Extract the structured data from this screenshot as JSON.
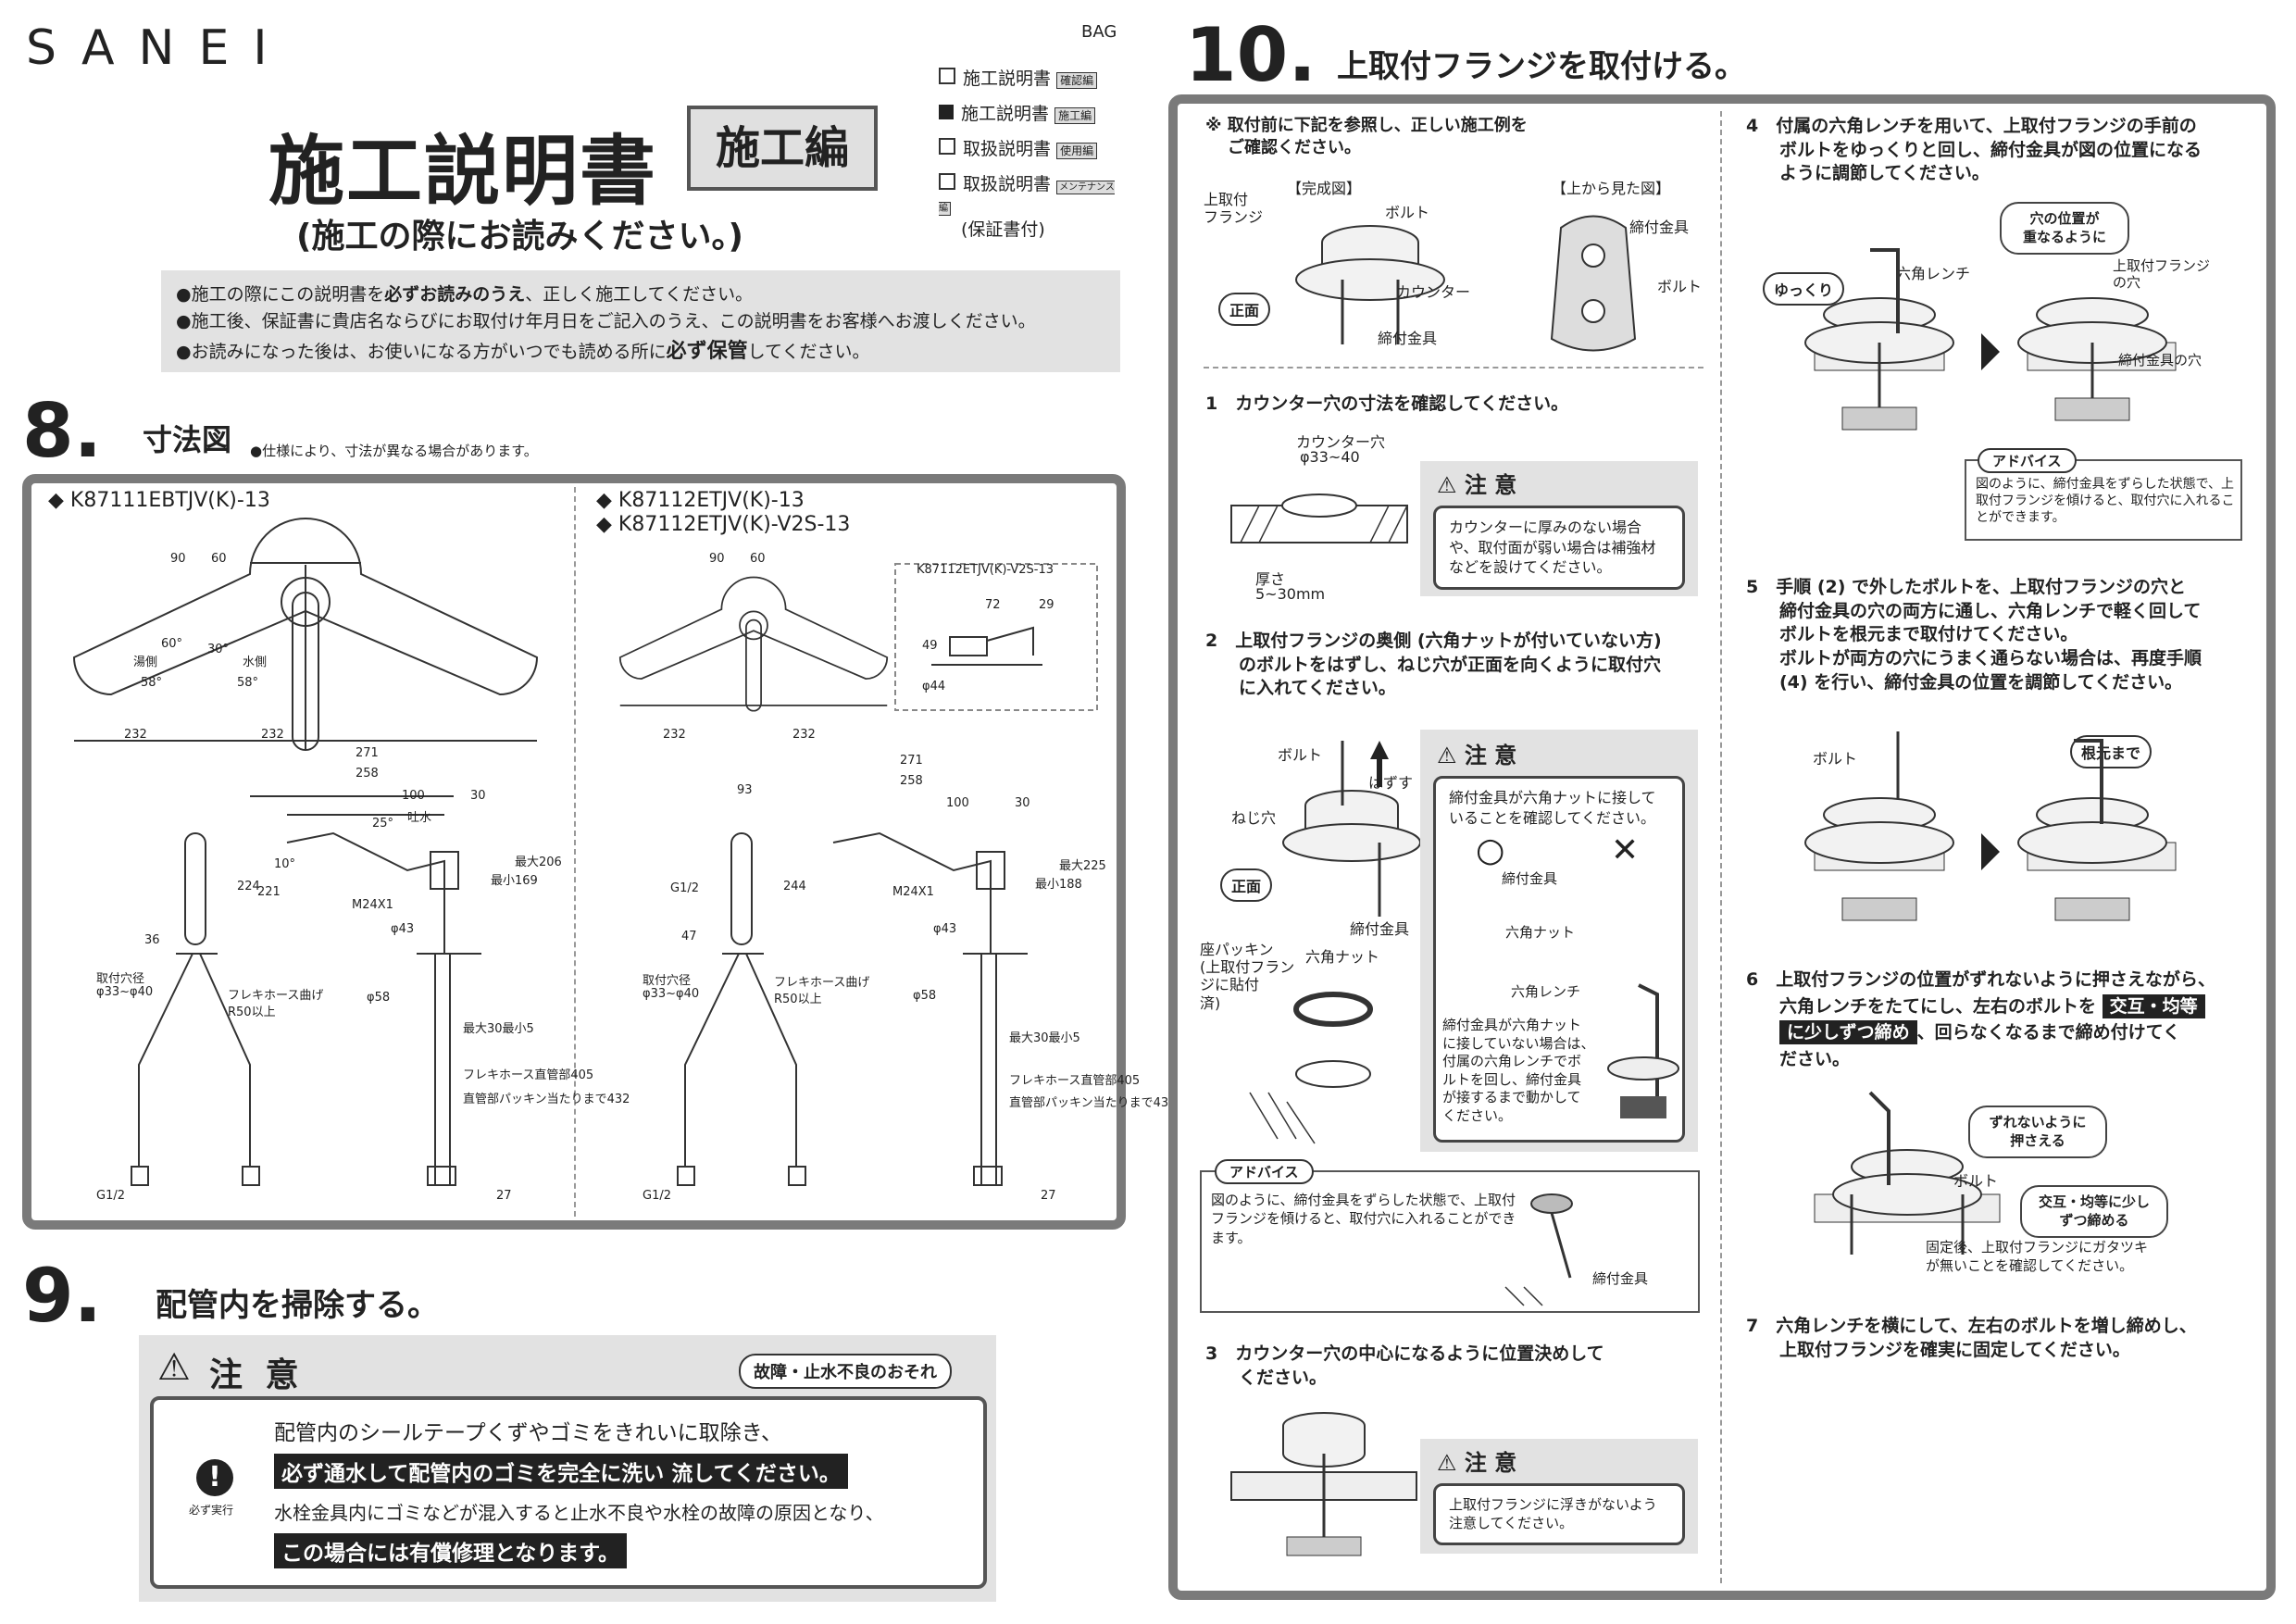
{
  "brand": "SANEI",
  "bag": "BAG",
  "title": "施工説明書",
  "title_tag": "施工編",
  "subtitle": "(施工の際にお読みください。)",
  "doc_index": [
    {
      "label": "施工説明書",
      "tag": "確認編",
      "filled": false
    },
    {
      "label": "施工説明書",
      "tag": "施工編",
      "filled": true
    },
    {
      "label": "取扱説明書",
      "tag": "使用編",
      "filled": false
    },
    {
      "label": "取扱説明書",
      "tag": "メンテナンス編",
      "filled": false,
      "sub": "(保証書付)"
    }
  ],
  "notice": {
    "l1a": "●施工の際にこの説明書を",
    "l1b": "必ずお読みのうえ",
    "l1c": "、正しく施工してください。",
    "l2": "●施工後、保証書に貴店名ならびにお取付け年月日をご記入のうえ、この説明書をお客様へお渡しください。",
    "l3a": "●お読みになった後は、お使いになる方がいつでも読める所に",
    "l3b": "必ず保管",
    "l3c": "してください。"
  },
  "sec8": {
    "num": "8.",
    "title": "寸法図",
    "note": "●仕様により、寸法が異なる場合があります。",
    "modelA": "◆ K87111EBTJV(K)-13",
    "modelB1": "◆ K87112ETJV(K)-13",
    "modelB2": "◆ K87112ETJV(K)-V2S-13",
    "inset": "K87112ETJV(K)-V2S-13",
    "dimsA": {
      "d90": "90",
      "d60": "60",
      "a60": "60°",
      "a30": "30°",
      "hot": "湯側",
      "cold": "水側",
      "a58l": "58°",
      "a58r": "58°",
      "w1": "232",
      "w2": "232",
      "d271": "271",
      "d258": "258",
      "d100": "100",
      "d30": "30",
      "a25": "25°",
      "spout": "吐水",
      "a10": "10°",
      "m24": "M24X1",
      "d43": "φ43",
      "d224": "224",
      "d221": "221",
      "d169": "最小169",
      "d206": "最大206",
      "d36": "36",
      "hole": "取付穴径",
      "holed": "φ33~φ40",
      "hose": "フレキホース曲げ",
      "r50": "R50以上",
      "d58": "φ58",
      "max30": "最大30最小5",
      "flex": "フレキホース直管部405",
      "pack": "直管部パッキン当たりまで432",
      "d27": "27",
      "g12": "G1/2"
    },
    "dimsB": {
      "d93": "93",
      "d244": "244",
      "d47": "47",
      "g12a": "G1/2",
      "d188": "最小188",
      "d225": "最大225",
      "d72": "72",
      "d29": "29",
      "d49": "49",
      "d44": "φ44"
    }
  },
  "sec9": {
    "num": "9.",
    "title": "配管内を掃除する。",
    "caution": "注 意",
    "risk": "故障・止水不良のおそれ",
    "must": "必ず実行",
    "l1": "配管内のシールテープくずやゴミをきれいに取除き、",
    "l2": "必ず通水して配管内のゴミを完全に洗い 流してください。",
    "l3": "水栓金具内にゴミなどが混入すると止水不良や水栓の故障の原因となり、",
    "l4": "この場合には有償修理となります。"
  },
  "sec10": {
    "num": "10.",
    "title": "上取付フランジを取付ける。",
    "pre": "※ 取付前に下記を参照し、正しい施工例を",
    "pre2": "ご確認ください。",
    "done": "【完成図】",
    "top": "【上から見た図】",
    "flange": "上取付\nフランジ",
    "bolt": "ボルト",
    "counter": "カウンター",
    "front": "正面",
    "clamp": "締付金具",
    "clamp2": "締付金具",
    "bolt2": "ボルト",
    "s1": "1　カウンター穴の寸法を確認してください。",
    "hole": "カウンター穴",
    "hole_d": "φ33~40",
    "thick": "厚さ",
    "thick_v": "5~30mm",
    "c1": "カウンターに厚みのない場合や、取付面が弱い場合は補強材などを設けてください。",
    "caution": "注 意",
    "s2a": "2　上取付フランジの奥側 (六角ナットが付いていない方)",
    "s2b": "のボルトをはずし、ねじ穴が正面を向くように取付穴",
    "s2c": "に入れてください。",
    "s2bolt": "ボルト",
    "s2off": "はずす",
    "screw": "ねじ穴",
    "s2front": "正面",
    "s2clamp": "締付金具",
    "nut": "六角ナット",
    "seat": "座パッキン\n(上取付フラン\nジに貼付\n済)",
    "c2a": "締付金具が六角ナットに接して",
    "c2b": "いることを確認してください。",
    "ok": "○",
    "ng": "✕",
    "c2clamp": "締付金具",
    "c2nut": "六角ナット",
    "wrench": "六角レンチ",
    "c2c": "締付金具が六角ナット\nに接していない場合は、\n付属の六角レンチでボ\nルトを回し、締付金具\nが接するまで動かして\nください。",
    "advice": "アドバイス",
    "adv1": "図のように、締付金具をずらした状態で、上取付フランジを傾けると、取付穴に入れることができます。",
    "adv1clamp": "締付金具",
    "s3a": "3　カウンター穴の中心になるように位置決めして",
    "s3b": "ください。",
    "c3": "上取付フランジに浮きがないよう注意してください。",
    "s4a": "4　付属の六角レンチを用いて、上取付フランジの手前の",
    "s4b": "ボルトをゆっくりと回し、締付金具が図の位置になる",
    "s4c": "ように調節してください。",
    "slow": "ゆっくり",
    "s4wrench": "六角レンチ",
    "align": "穴の位置が\n重なるように",
    "fhole": "上取付フランジ\nの穴",
    "chole": "締付金具の穴",
    "adv4": "図のように、締付金具をずらした状態で、上取付フランジを傾けると、取付穴に入れることができます。",
    "s5a": "5　手順 (2) で外したボルトを、上取付フランジの穴と",
    "s5b": "締付金具の穴の両方に通し、六角レンチで軽く回して",
    "s5c": "ボルトを根元まで取付けてください。",
    "s5d": "ボルトが両方の穴にうまく通らない場合は、再度手順",
    "s5e": "(4) を行い、締付金具の位置を調節してください。",
    "s5bolt": "ボルト",
    "root": "根元まで",
    "s6a": "6　上取付フランジの位置がずれないように押さえながら、",
    "s6b": "六角レンチをたてにし、左右のボルトを",
    "s6hl1": "交互・均等",
    "s6hl2": "に少しずつ締め",
    "s6c": "、回らなくなるまで締め付けてく",
    "s6d": "ださい。",
    "hold": "ずれないように\n押さえる",
    "s6bolt": "ボルト",
    "alt": "交互・均等に少し\nずつ締める",
    "fixnote": "固定後、上取付フランジにガタツキ\nが無いことを確認してください。",
    "s7a": "7　六角レンチを横にして、左右のボルトを増し締めし、",
    "s7b": "上取付フランジを確実に固定してください。"
  }
}
